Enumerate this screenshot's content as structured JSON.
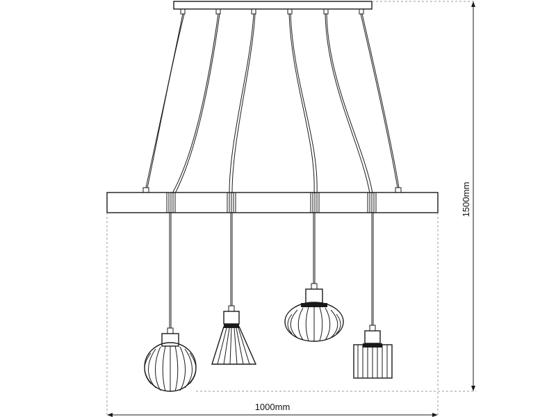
{
  "dimensions": {
    "width_label": "1000mm",
    "height_label": "1500mm"
  },
  "fixture": {
    "lamp_count": 4,
    "cable_count": 6
  }
}
